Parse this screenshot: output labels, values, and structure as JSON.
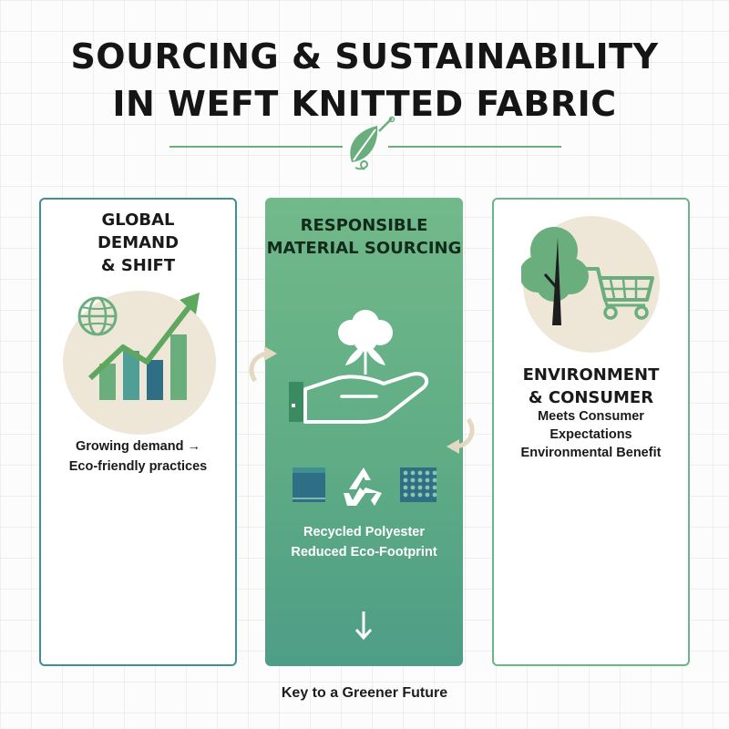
{
  "title": {
    "line1": "SOURCING & SUSTAINABILITY",
    "line2": "IN WEFT KNITTED FABRIC"
  },
  "panels": [
    {
      "heading": [
        "GLOBAL",
        "DEMAND",
        "& SHIFT"
      ],
      "text": [
        "Growing demand →",
        "Eco-friendly practices"
      ],
      "icons": [
        "globe-icon",
        "growth-bar-chart-icon",
        "up-trend-arrow-icon"
      ]
    },
    {
      "heading": [
        "RESPONSIBLE",
        "MATERIAL SOURCING"
      ],
      "text": [
        "Recycled Polyester",
        "Reduced Eco-Footprint"
      ],
      "icons": [
        "cotton-plant-icon",
        "open-hand-icon",
        "fabric-swatch-icon",
        "recycle-icon",
        "knit-mesh-icon",
        "down-arrow-icon"
      ]
    },
    {
      "heading": [
        "ENVIRONMENT",
        "& CONSUMER"
      ],
      "text": [
        "Meets Consumer",
        "Expectations",
        "Environmental Benefit"
      ],
      "icons": [
        "tree-icon",
        "shopping-cart-icon"
      ]
    }
  ],
  "footer": "Key to a Greener Future",
  "colors": {
    "accent_green": "#6aae7d",
    "teal": "#3f8f93",
    "dark_teal": "#2e6f86",
    "panel_gradient_top": "#72b98a",
    "panel_gradient_bottom": "#4e9d86",
    "icon_circle": "#eee6d6"
  }
}
